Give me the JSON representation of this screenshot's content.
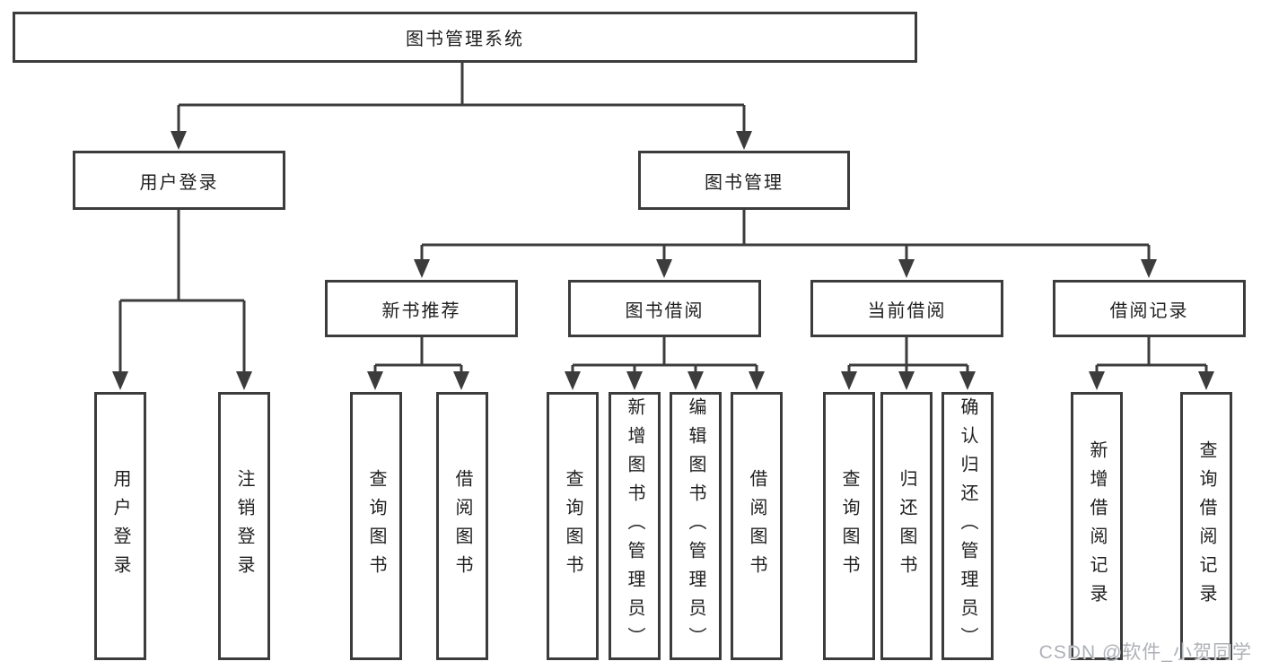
{
  "diagram": {
    "root": {
      "label": "图书管理系统"
    },
    "branches": [
      {
        "label": "用户登录",
        "children": [
          {
            "label": "用户登录"
          },
          {
            "label": "注销登录"
          }
        ]
      },
      {
        "label": "图书管理",
        "groups": [
          {
            "label": "新书推荐",
            "children": [
              {
                "label": "查询图书"
              },
              {
                "label": "借阅图书"
              }
            ]
          },
          {
            "label": "图书借阅",
            "children": [
              {
                "label": "查询图书"
              },
              {
                "label": "新增图书（管理员）"
              },
              {
                "label": "编辑图书（管理员）"
              },
              {
                "label": "借阅图书"
              }
            ]
          },
          {
            "label": "当前借阅",
            "children": [
              {
                "label": "查询图书"
              },
              {
                "label": "归还图书"
              },
              {
                "label": "确认归还（管理员）"
              }
            ]
          },
          {
            "label": "借阅记录",
            "children": [
              {
                "label": "新增借阅记录"
              },
              {
                "label": "查询借阅记录"
              }
            ]
          }
        ]
      }
    ]
  },
  "watermark": {
    "text": "CSDN @软件_小贺同学"
  },
  "colors": {
    "line": "#3c3c3c",
    "text": "#1f1f1f",
    "watermark": "#aeb1b6",
    "background": "#ffffff"
  }
}
